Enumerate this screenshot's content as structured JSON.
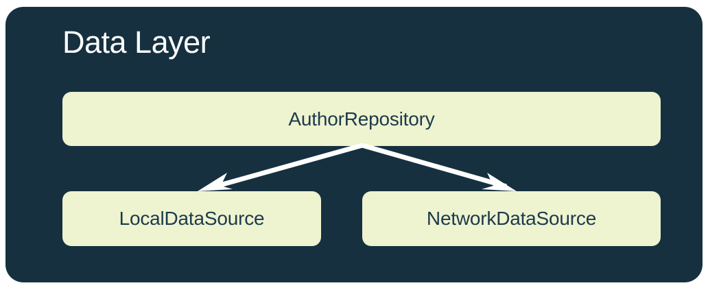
{
  "diagram": {
    "title": "Data Layer",
    "panel_color": "#16303F",
    "node_fill_color": "#EEF3D0",
    "node_text_color": "#1C3A4B",
    "title_color": "#FFFFFF",
    "arrow_color": "#FFFFFF",
    "background_color": "#FFFFFF",
    "nodes": [
      {
        "id": "repository",
        "label": "AuthorRepository"
      },
      {
        "id": "local",
        "label": "LocalDataSource"
      },
      {
        "id": "network",
        "label": "NetworkDataSource"
      }
    ],
    "edges": [
      {
        "from": "AuthorRepository",
        "to": "LocalDataSource",
        "style": "solid-arrow"
      },
      {
        "from": "AuthorRepository",
        "to": "NetworkDataSource",
        "style": "solid-arrow"
      }
    ]
  }
}
